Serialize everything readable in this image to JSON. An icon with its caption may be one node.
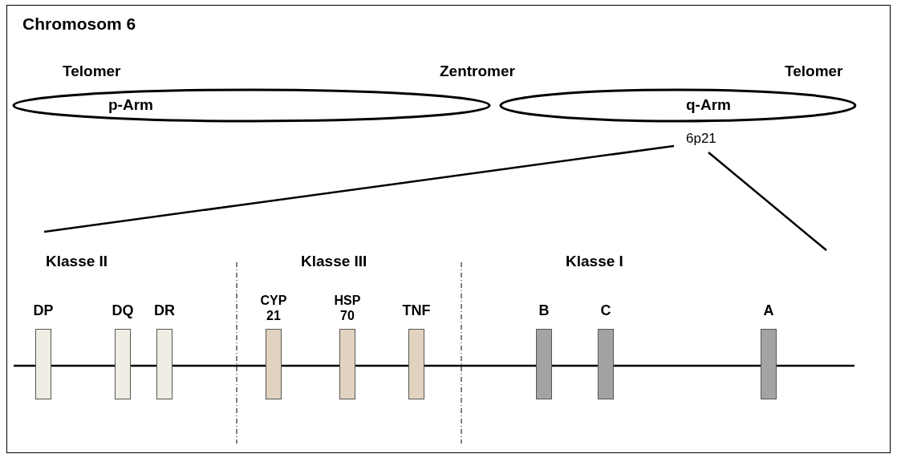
{
  "diagram": {
    "title": "Chromosom 6",
    "nodes": [
      {
        "text": [
          "p-Arm"
        ]
      },
      {
        "text": [
          "q-Arm"
        ]
      },
      {
        "text": [
          "DP"
        ]
      },
      {
        "text": [
          "DQ"
        ]
      },
      {
        "text": [
          "DR"
        ]
      },
      {
        "text": [
          "CYP 21"
        ]
      },
      {
        "text": [
          "HSP 70"
        ]
      },
      {
        "text": [
          "TNF"
        ]
      },
      {
        "text": [
          "B"
        ]
      },
      {
        "text": [
          "C"
        ]
      },
      {
        "text": [
          "A"
        ]
      }
    ],
    "labels": [
      "Telomer",
      "Zentromer",
      "Telomer",
      "6p21",
      "Klasse II",
      "Klasse III",
      "Klasse I"
    ]
  }
}
